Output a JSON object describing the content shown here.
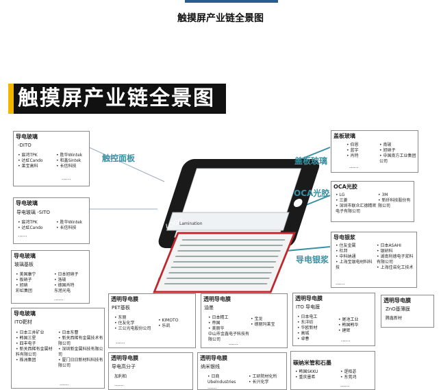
{
  "page_title": "触摸屏产业链全景图",
  "banner_title": "触摸屏产业链全景图",
  "callouts": {
    "touch_panel": "触控面板",
    "cover_glass": "盖板玻璃",
    "oca": "OCA光胶",
    "silver_paste": "导电银浆",
    "lamination": "Lamination",
    "logo": "LOGO"
  },
  "boxes": {
    "ditio": {
      "title": "导电玻璃",
      "subtitle": "-DITO",
      "col1": [
        "宸鸿TPK",
        "达虹Cando",
        "莱宝高科"
      ],
      "col2": [
        "胜华Wintek",
        "和鑫Sintek",
        "长信科技"
      ],
      "more": "......"
    },
    "sito": {
      "title": "导电玻璃",
      "subtitle": "导电玻璃 -SITO",
      "col1": [
        "宸鸿TPK",
        "达虹Cando"
      ],
      "col2": [
        "胜华Wintek",
        "长信科技"
      ],
      "more": "......"
    },
    "glass_substrate": {
      "title": "导电玻璃",
      "subtitle": "玻璃基板",
      "col1": [
        "美国康宁",
        "板硝子",
        "旭硝",
        "彩虹集团"
      ],
      "col2": [
        "日本旭硝子",
        "洛玻",
        "德国肖特",
        "东旭光电"
      ],
      "more": "......"
    },
    "ito_target": {
      "title": "导电玻璃",
      "subtitle": "ITO靶材",
      "col1": [
        "日本三井矿业",
        "韩国三星",
        "四丰电子",
        "新关西稀有金属材料有限公司",
        "株洲集团"
      ],
      "col2": [
        "日本东曹",
        "新关西稀有金属技术有限公司",
        "深圳新金属科技有限公司",
        "厦门日日新材料科技有限公司"
      ],
      "more": "......"
    },
    "cover_glass": {
      "title": "盖板玻璃",
      "col1": [
        "伯恩",
        "蓝宇",
        "肖特"
      ],
      "col2": [
        "南玻",
        "旭硝子",
        "中国南方工业集团公司"
      ],
      "more": "......"
    },
    "oca": {
      "title": "OCA光胶",
      "col1": [
        "LG",
        "三菱",
        "深圳市联众汇德精密电子有限公司"
      ],
      "col2": [
        "3M",
        "新纤科技股份有限公司"
      ],
      "more": "......"
    },
    "silver_paste": {
      "title": "导电银浆",
      "col1": [
        "住友金属",
        "杜邦",
        "中科纳通",
        "上海宝银电材料科技"
      ],
      "col2": [
        "日本ASAHI",
        "银研科",
        "湖南利德电子浆料有限公司",
        "上海佳诺化工技术"
      ],
      "more": "......"
    },
    "pet_substrate": {
      "title": "透明导电膜",
      "subtitle": "PET基板",
      "col1": [
        "东丽",
        "住友化学",
        "三公光电股份公司"
      ],
      "col2": [
        "KIMOTO",
        "乐凯"
      ],
      "more": "......"
    },
    "oil_film": {
      "title": "透明导电膜",
      "subtitle": "油墨",
      "col1": [
        "日本精工",
        "帝国",
        "美丽华",
        "中山市金鑫电子科技有限公司"
      ],
      "col2": [
        "宝龙",
        "德丽玛莱宝"
      ],
      "more": "......"
    },
    "ito_film": {
      "title": "透明导电膜",
      "subtitle": "ITO 导电膜",
      "col1": [
        "日本电工",
        "东洋纺",
        "华欧新材",
        "高城",
        "卓春"
      ],
      "col2": [
        "尾池工业",
        "韩国韩华",
        "建辉"
      ],
      "more": "......"
    },
    "zno": {
      "title": "透明导电膜",
      "subtitle": "ZnO基薄膜",
      "col1": [
        "腾鑫新材"
      ],
      "more": ""
    },
    "conductive_polymer": {
      "title": "透明导电膜",
      "subtitle": "导电高分子",
      "col1": [
        "加利柏"
      ],
      "more": "......"
    },
    "nano_silver": {
      "title": "透明导电膜",
      "subtitle": "纳米银线",
      "col1": [
        "日商",
        "Ubelndustries"
      ],
      "col2": [
        "工研院材化所",
        "长兴化学"
      ],
      "more": "......"
    },
    "carbon_nano": {
      "title": "碳纳米管和石墨",
      "col1": [
        "韩国SKKU",
        "重庆墨希"
      ],
      "col2": [
        "逻栢苾",
        "东莞鸿"
      ],
      "more": "......"
    }
  },
  "colors": {
    "banner_bg": "#111111",
    "banner_accent": "#f2b600",
    "callout": "#3a8fa3",
    "header_bar": "#2a5d8f",
    "bus_bar": "#c0262c"
  }
}
